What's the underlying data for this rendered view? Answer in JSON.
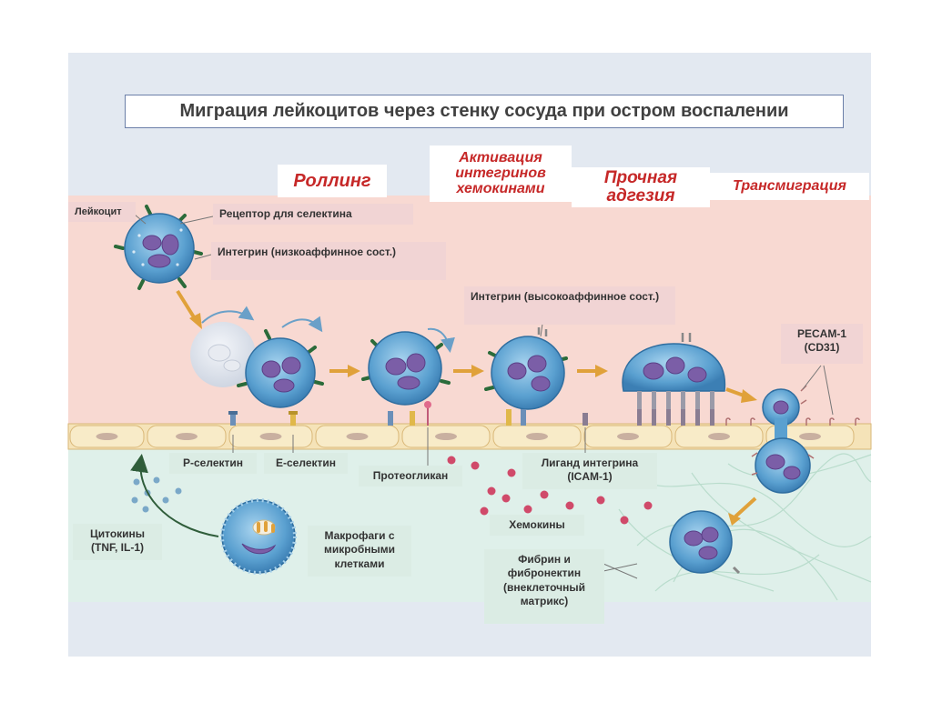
{
  "title": "Миграция лейкоцитов через стенку сосуда при остром воспалении",
  "stages": {
    "rolling": "Роллинг",
    "activation": "Активация интегринов хемокинами",
    "adhesion": "Прочная адгезия",
    "transmigration": "Трансмиграция"
  },
  "labels": {
    "leukocyte": "Лейкоцит",
    "selectin_receptor": "Рецептор для селектина",
    "integrin_low": "Интегрин (низкоаффинное сост.)",
    "integrin_high": "Интегрин (высокоаффинное сост.)",
    "pecam": "PECAM-1 (CD31)",
    "p_selectin": "P-селектин",
    "e_selectin": "E-селектин",
    "proteoglycan": "Протеогликан",
    "integrin_ligand": "Лиганд интегрина (ICAM-1)",
    "cytokines": "Цитокины (TNF, IL-1)",
    "macrophages": "Макрофаги с микробными клетками",
    "chemokines": "Хемокины",
    "matrix": "Фибрин и фибронектин (внеклеточный матрикс)"
  },
  "colors": {
    "frame": "#e3e9f1",
    "vessel_lumen": "#f8d9d2",
    "endothelium": "#f5e3b8",
    "tissue": "#dff0ea",
    "cell": "#5aa0d0",
    "nucleus": "#7b5ea7",
    "stage_text": "#c62828"
  }
}
